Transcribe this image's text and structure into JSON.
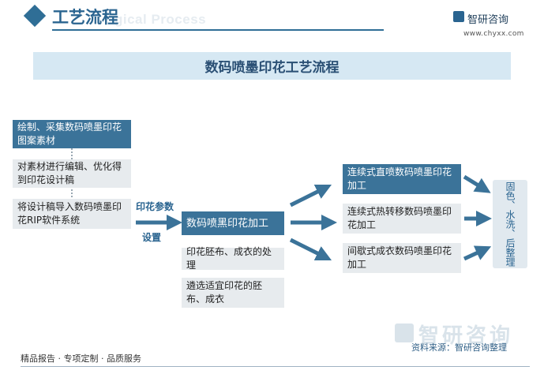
{
  "header": {
    "title": "工艺流程",
    "ghost_text": "gical Process",
    "brand_name": "智研咨询",
    "brand_url": "www.chyxx.com"
  },
  "banner": {
    "title": "数码喷墨印花工艺流程"
  },
  "left_steps": [
    "绘制、采集数码喷墨印花图案素材",
    "对素材进行编辑、优化得到印花设计稿",
    "将设计稿导入数码喷墨印花RIP软件系统"
  ],
  "param_label": {
    "line1": "印花参数",
    "line2": "设置"
  },
  "center": {
    "main": "数码喷黑印花加工",
    "sub1": "印花胚布、成衣的处理",
    "sub2": "遴选适宜印花的胚布、成衣"
  },
  "right_steps": [
    "连续式直喷数码喷墨印花加工",
    "连续式热转移数码喷墨印花加工",
    "间歇式成衣数码喷墨印花加工"
  ],
  "final_step": "固色、水洗、后整理",
  "watermark": "智研咨询",
  "source": "资料来源：智研咨询整理",
  "footer": "精品报告 · 专项定制 · 品质服务",
  "colors": {
    "primary": "#3b7399",
    "title_blue": "#2a6490",
    "light_box": "#e7ebee",
    "banner_bg": "#d6e8f3",
    "final_bg": "#e1e9ef"
  }
}
